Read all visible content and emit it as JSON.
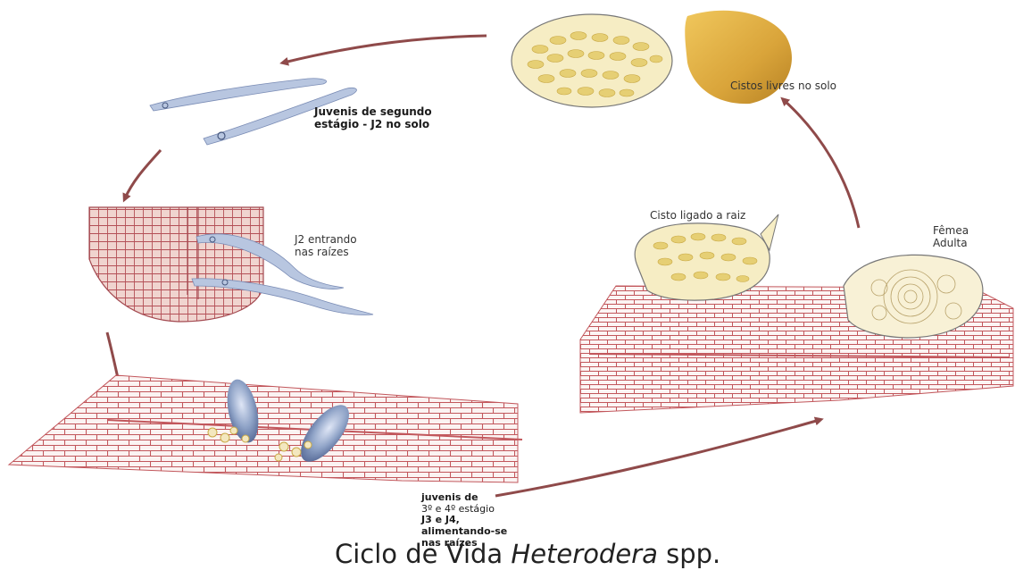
{
  "labels": {
    "cistos_livres": "Cistos livres no solo",
    "juvenis_j2": [
      "Juvenis de segundo",
      "estágio - J2 no solo"
    ],
    "j2_entrando": [
      "J2 entrando",
      "nas raízes"
    ],
    "cisto_ligado": "Cisto ligado a raiz",
    "femea_adulta": [
      "Fêmea",
      "Adulta"
    ],
    "juvenis_j3j4": [
      "juvenis de",
      "3º e 4º estágio",
      "J3 e J4,",
      "alimentando-se",
      "nas raízes"
    ]
  },
  "caption": {
    "prefix": "Ciclo de Vida ",
    "genus": "Heterodera",
    "suffix": " spp."
  },
  "colors": {
    "arrow": "#8f4a4a",
    "tissue": "#c2575c",
    "cyst_fill": "#f6edc4",
    "egg": "#e6cf74",
    "cyst_brown": "#d9a43a",
    "nematode": "#8fa3c7"
  },
  "icons": [
    "curved-arrow-icon",
    "cyst-icon",
    "nematode-icon",
    "root-tissue-icon"
  ]
}
